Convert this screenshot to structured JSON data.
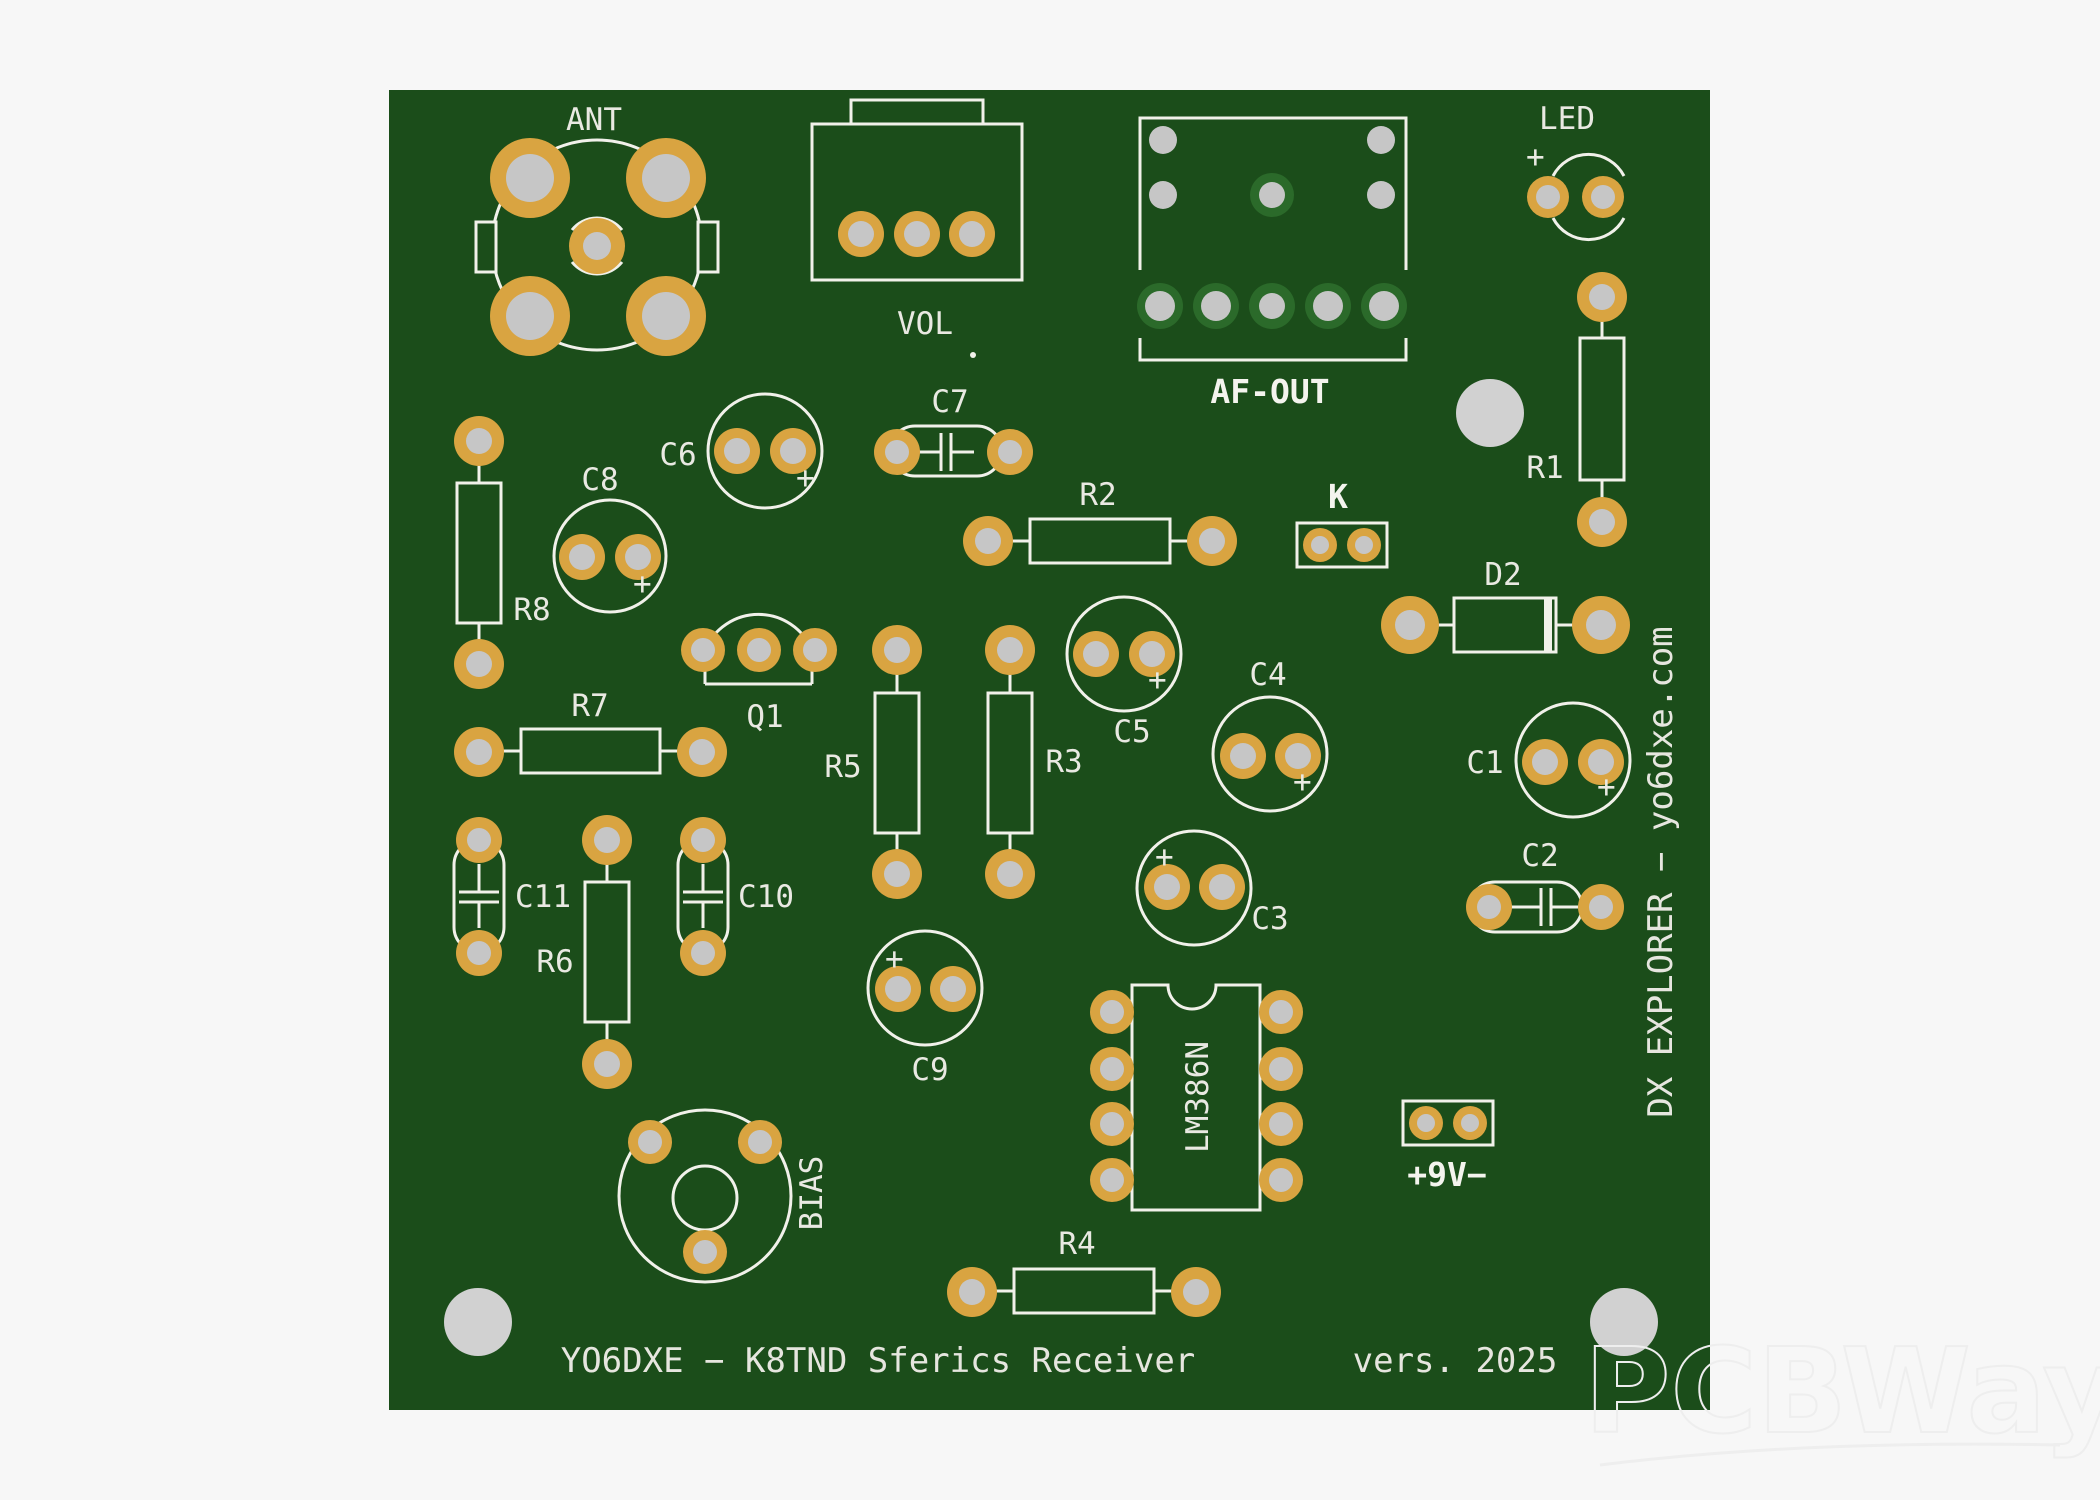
{
  "colors": {
    "background": "#f7f7f7",
    "board": "#1b4d1a",
    "pad": "#d9a441",
    "drill": "#c6c6c6",
    "silkscreen": "#f1f1ea"
  },
  "labels": {
    "ant": "ANT",
    "vol": "VOL",
    "af_out": "AF-OUT",
    "led": "LED",
    "r1": "R1",
    "r2": "R2",
    "r3": "R3",
    "r4": "R4",
    "r5": "R5",
    "r6": "R6",
    "r7": "R7",
    "r8": "R8",
    "c1": "C1",
    "c2": "C2",
    "c3": "C3",
    "c4": "C4",
    "c5": "C5",
    "c6": "C6",
    "c7": "C7",
    "c8": "C8",
    "c9": "C9",
    "c10": "C10",
    "c11": "C11",
    "d2": "D2",
    "k": "K",
    "q1": "Q1",
    "ic": "LM386N",
    "bias": "BIAS",
    "power": "+9V−",
    "plus": "+",
    "side_text": "DX EXPLORER − yo6dxe.com",
    "bottom_title": "YO6DXE − K8TND Sferics Receiver",
    "version": "vers. 2025",
    "watermark": "PCBWay"
  }
}
